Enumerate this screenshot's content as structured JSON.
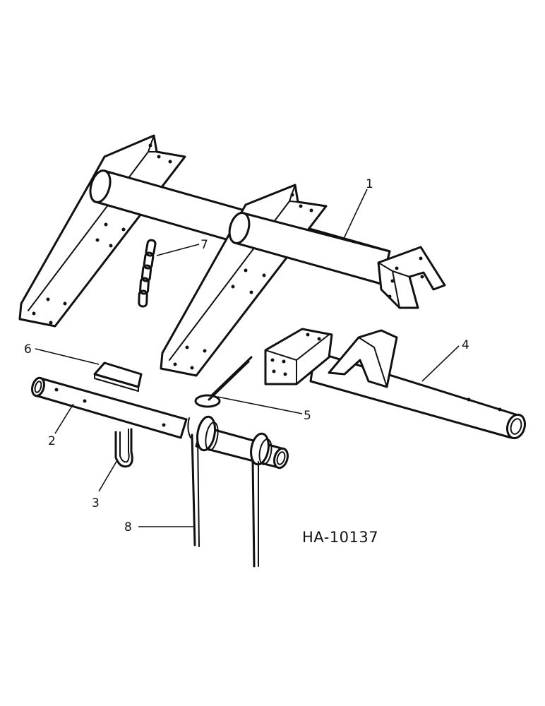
{
  "figure_id": "HA-10137",
  "callouts": [
    {
      "id": "1",
      "label": "1"
    },
    {
      "id": "2",
      "label": "2"
    },
    {
      "id": "3",
      "label": "3"
    },
    {
      "id": "4",
      "label": "4"
    },
    {
      "id": "5",
      "label": "5"
    },
    {
      "id": "6",
      "label": "6"
    },
    {
      "id": "7",
      "label": "7"
    },
    {
      "id": "8",
      "label": "8"
    }
  ],
  "colors": {
    "ink": "#111111",
    "paper": "#ffffff"
  }
}
